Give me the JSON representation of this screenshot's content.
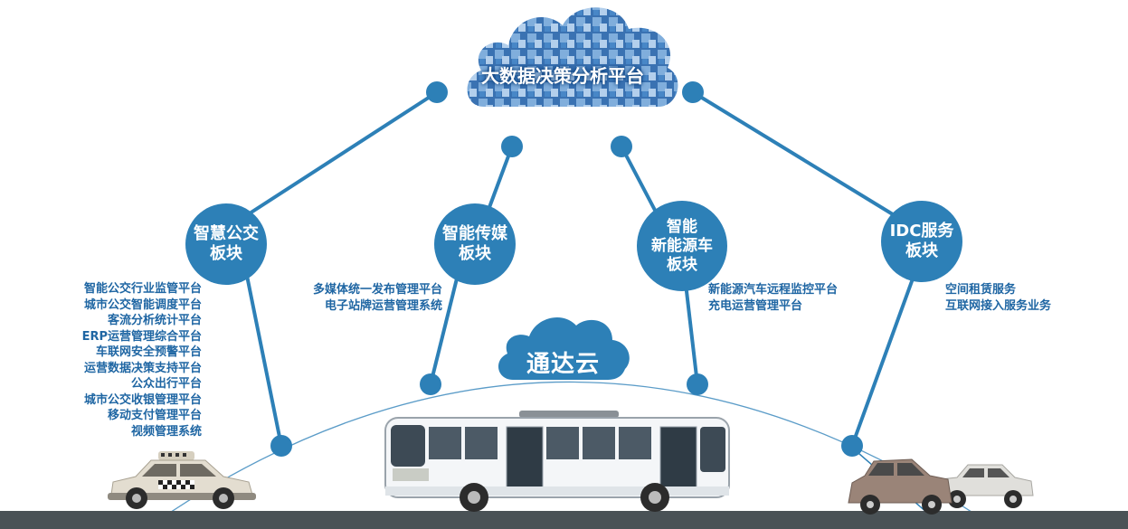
{
  "top_cloud": {
    "label": "大数据决策分析平台"
  },
  "center_cloud": {
    "label": "通达云"
  },
  "modules": [
    {
      "id": "smart-bus",
      "label": "智慧公交\n板块",
      "items": [
        "智能公交行业监管平台",
        "城市公交智能调度平台",
        "客流分析统计平台",
        "ERP运营管理综合平台",
        "车联网安全预警平台",
        "运营数据决策支持平台",
        "公众出行平台",
        "城市公交收银管理平台",
        "移动支付管理平台",
        "视频管理系统"
      ]
    },
    {
      "id": "smart-media",
      "label": "智能传媒\n板块",
      "items": [
        "多媒体统一发布管理平台",
        "电子站牌运营管理系统"
      ]
    },
    {
      "id": "smart-ev",
      "label": "智能\n新能源车\n板块",
      "items": [
        "新能源汽车远程监控平台",
        "充电运营管理平台"
      ]
    },
    {
      "id": "idc",
      "label": "IDC服务\n板块",
      "items": [
        "空间租赁服务",
        "互联网接入服务业务"
      ]
    }
  ],
  "colors": {
    "primary": "#2d80b7",
    "text": "#1f66a3",
    "road": "#4a5256"
  },
  "icons": [
    "cloud-icon",
    "taxi-icon",
    "bus-icon",
    "car-icon"
  ]
}
